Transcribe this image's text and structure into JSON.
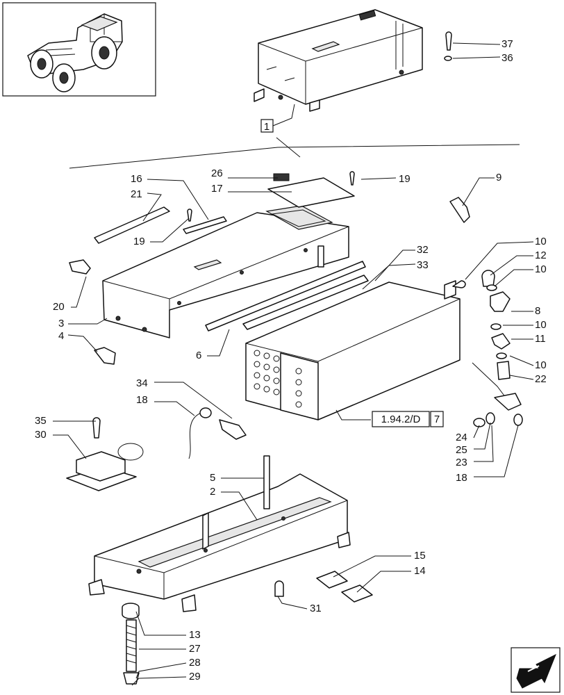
{
  "callouts": {
    "c37": "37",
    "c36": "36",
    "c1": "1",
    "c16": "16",
    "c21": "21",
    "c26": "26",
    "c17": "17",
    "c19a": "19",
    "c19b": "19",
    "c9": "9",
    "c10a": "10",
    "c12": "12",
    "c10b": "10",
    "c8": "8",
    "c10c": "10",
    "c11": "11",
    "c10d": "10",
    "c22": "22",
    "c20": "20",
    "c3": "3",
    "c4": "4",
    "c6": "6",
    "c32": "32",
    "c33": "33",
    "c34": "34",
    "c18a": "18",
    "c35": "35",
    "c30": "30",
    "c24": "24",
    "c25": "25",
    "c23": "23",
    "c18b": "18",
    "c5": "5",
    "c2": "2",
    "c15": "15",
    "c14": "14",
    "c31": "31",
    "c13": "13",
    "c27": "27",
    "c28": "28",
    "c29": "29"
  },
  "reference": {
    "code": "1.94.2/D",
    "page": "7"
  },
  "icons": {
    "thumbnail": "tractor-thumbnail-icon",
    "nav": "next-page-arrow-icon"
  }
}
